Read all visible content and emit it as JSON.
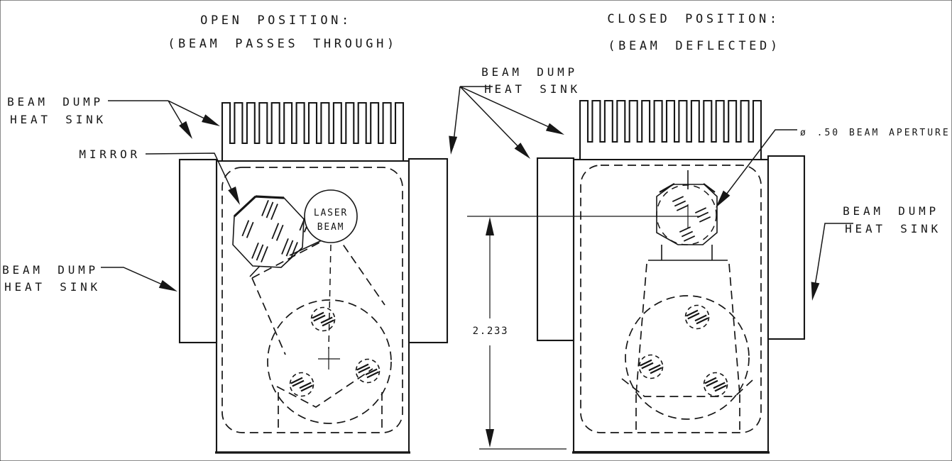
{
  "figure": {
    "background": "#ffffff",
    "ink": "#161616",
    "left_view": {
      "title": [
        "OPEN POSITION:",
        "(BEAM PASSES THROUGH)"
      ]
    },
    "right_view": {
      "title": [
        "CLOSED POSITION:",
        "(BEAM DEFLECTED)"
      ]
    },
    "callouts": {
      "top_left": [
        "BEAM DUMP",
        "HEAT SINK"
      ],
      "mirror": "MIRROR",
      "laser_beam": [
        "LASER",
        "BEAM"
      ],
      "bottom_left": [
        "BEAM DUMP",
        "HEAT SINK"
      ],
      "center": [
        "BEAM DUMP",
        "HEAT SINK"
      ],
      "beam_aperture": "ø .50 BEAM APERTURE",
      "right": [
        "BEAM DUMP",
        "HEAT SINK"
      ],
      "dimension": "2.233"
    }
  }
}
